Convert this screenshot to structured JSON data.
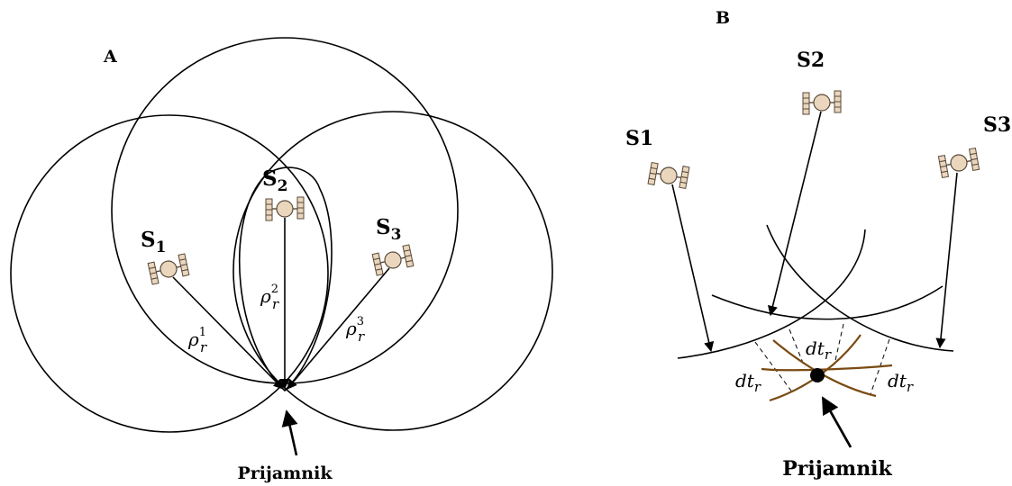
{
  "panel_a": {
    "label": "A",
    "satellites": [
      {
        "name": "S",
        "sub": "1",
        "range_sym": "ρ",
        "range_sub": "r",
        "range_sup": "1"
      },
      {
        "name": "S",
        "sub": "2",
        "range_sym": "ρ",
        "range_sub": "r",
        "range_sup": "2"
      },
      {
        "name": "S",
        "sub": "3",
        "range_sym": "ρ",
        "range_sub": "r",
        "range_sup": "3"
      }
    ],
    "receiver_label": "Prijamnik"
  },
  "panel_b": {
    "label": "B",
    "satellites": [
      {
        "name": "S1"
      },
      {
        "name": "S2"
      },
      {
        "name": "S3"
      }
    ],
    "clock_error": {
      "sym": "dt",
      "sub": "r"
    },
    "receiver_label": "Prijamnik"
  },
  "colors": {
    "line": "#000000",
    "satellite_fill": "#e9d6bc",
    "satellite_stroke": "#5a4a3a",
    "solution_curves": "#7a4a12"
  }
}
